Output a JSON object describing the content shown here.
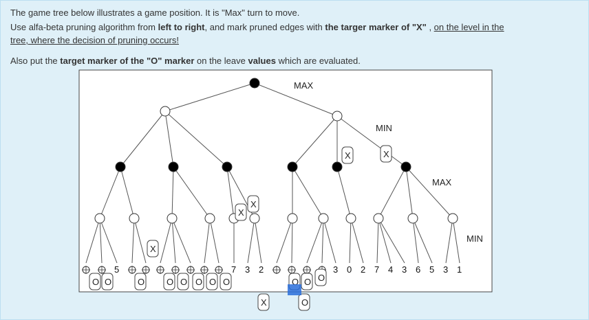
{
  "instructions": {
    "line1": "The game tree below illustrates a game position. It is \"Max\" turn to move.",
    "line2_a": "Use alfa-beta pruning algorithm from ",
    "line2_b": "left to right",
    "line2_c": ", and mark pruned edges with ",
    "line2_d": "the targer marker of \"X\"",
    "line2_e": " , ",
    "line2_f": "on the level in the",
    "line3": "tree, where the decision of pruning occurs!",
    "line4_a": "Also put the ",
    "line4_b": "target marker of the \"O\" marker",
    "line4_c": " on the leave ",
    "line4_d": "values",
    "line4_e": " which are evaluated."
  },
  "tree": {
    "levels": [
      "MAX",
      "MIN",
      "MAX",
      "MIN"
    ],
    "visible_leaf_values": [
      "5",
      "7",
      "3",
      "2",
      "3",
      "0",
      "2",
      "7",
      "4",
      "3",
      "6",
      "5",
      "3",
      "1"
    ]
  },
  "markers": {
    "x_label": "X",
    "o_label": "O"
  },
  "colors": {
    "panel_bg": "#dff0f8",
    "node_fill_black": "#000000",
    "node_fill_white": "#ffffff",
    "highlight": "#2a6fdb"
  }
}
